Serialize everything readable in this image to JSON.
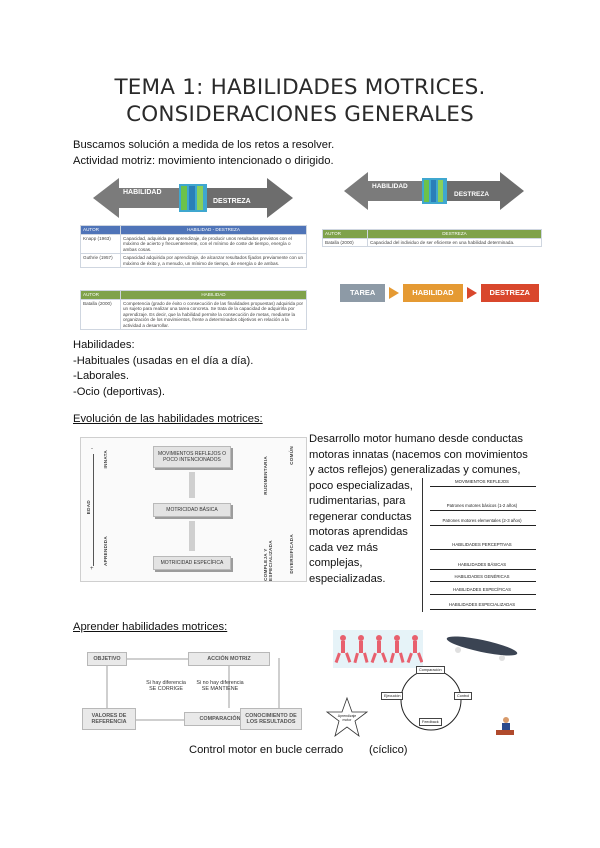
{
  "title": {
    "line1": "TEMA 1: HABILIDADES MOTRICES.",
    "line2": "CONSIDERACIONES GENERALES"
  },
  "intro": {
    "line1": "Buscamos solución a medida de los retos a resolver.",
    "line2": "Actividad motriz: movimiento intencionado o dirigido."
  },
  "arrow_left": {
    "habilidad": "HABILIDAD",
    "destreza": "DESTREZA"
  },
  "arrow_right": {
    "habilidad": "HABILIDAD",
    "destreza": "DESTREZA"
  },
  "table_habilidad": {
    "header": [
      "AUTOR",
      "HABILIDAD - DESTREZA"
    ],
    "rows": [
      [
        "Knapp (1963)",
        "Capacidad, adquirida por aprendizaje, de producir unos resultados previstos con el máximo de acierto y frecuentemente, con el mínimo de coste de tiempo, energía o ambas cosas."
      ],
      [
        "Guthrie (1957)",
        "Capacidad adquirida por aprendizaje, de alcanzar resultados fijados previamente con un máximo de éxito y, a menudo, un mínimo de tiempo, de energía o de ambas."
      ]
    ]
  },
  "table_destreza": {
    "header": [
      "AUTOR",
      "DESTREZA"
    ],
    "rows": [
      [
        "Batalla (2000)",
        "Capacidad del individuo de ser eficiente en una habilidad determinada."
      ]
    ]
  },
  "table_habilidad2": {
    "header": [
      "AUTOR",
      "HABILIDAD"
    ],
    "rows": [
      [
        "Batalla (2000)",
        "Competencia (grado de éxito o consecución de las finalidades propuestas) adquirida por un sujeto para realizar una tarea concreta. Se trata de la capacidad de adquirirla por aprendizaje. Es decir, que la habilidad permite la consecución de metas, mediante la organización de los movimientos, frente a determinados objetivos en relación a la actividad a desarrollar."
      ]
    ]
  },
  "sequence": {
    "tarea": "TAREA",
    "habilidad": "HABILIDAD",
    "destreza": "DESTREZA",
    "colors": {
      "tarea": "#8d9aa6",
      "habilidad": "#e59a33",
      "destreza": "#d9472c"
    }
  },
  "habilidades": {
    "heading": "Habilidades:",
    "items": [
      "-Habituales (usadas en el día a día).",
      "-Laborales.",
      "-Ocio (deportivas)."
    ]
  },
  "evolucion": {
    "heading": "Evolución de las habilidades motrices:",
    "boxes": [
      "MOVIMIENTOS REFLEJOS O POCO INTENCIONADOS",
      "MOTRICIDAD BÁSICA",
      "MOTRICIDAD ESPECÍFICA"
    ],
    "left_labels": {
      "edad": "EDAD",
      "innata": "INNATA",
      "aprendida": "APRENDIDA",
      "plus": "+",
      "minus": "-"
    },
    "right_labels": {
      "comun": "COMÚN",
      "rudimentaria": "RUDIMENTARIA",
      "compleja": "COMPLEJA Y ESPECIALIZADA",
      "diversificada": "DIVERSIFICADA"
    }
  },
  "desarrollo": {
    "lines": [
      "Desarrollo motor humano desde conductas",
      "motoras innatas (nacemos con movimientos",
      "y actos reflejos) generalizadas y comunes,",
      "poco especializadas,",
      "rudimentarias, para",
      "regenerar conductas",
      "motoras aprendidas",
      "cada vez más",
      "complejas,",
      "especializadas."
    ]
  },
  "pyramid": {
    "levels": [
      "MOVIMIENTOS REFLEJOS",
      "Patrones motores básicos (1-2 años)",
      "Patrones motores elementales (2-3 años)",
      "HABILIDADES PERCEPTIVAS",
      "HABILIDADES BÁSICAS",
      "HABILIDADES GENÉRICAS",
      "HABILIDADES ESPECÍFICAS",
      "HABILIDADES ESPECIALIZADAS"
    ]
  },
  "aprender": {
    "heading": "Aprender habilidades motrices:",
    "boxes": {
      "objetivo": "OBJETIVO",
      "accion": "ACCIÓN MOTRIZ",
      "valores": "VALORES DE REFERENCIA",
      "comparacion": "COMPARACIÓN",
      "conocimiento": "CONOCIMIENTO DE LOS RESULTADOS"
    },
    "diff1": "Si hay diferencia SE CORRIGE",
    "diff2": "Si no hay diferencia SE MANTIENE"
  },
  "cycle": {
    "nodes": [
      "Comparación",
      "Ejecución",
      "Control",
      "Feedback"
    ],
    "star": "Aprendizaje motor"
  },
  "caption": {
    "left": "Control motor en bucle cerrado",
    "right": "(cíclico)"
  }
}
